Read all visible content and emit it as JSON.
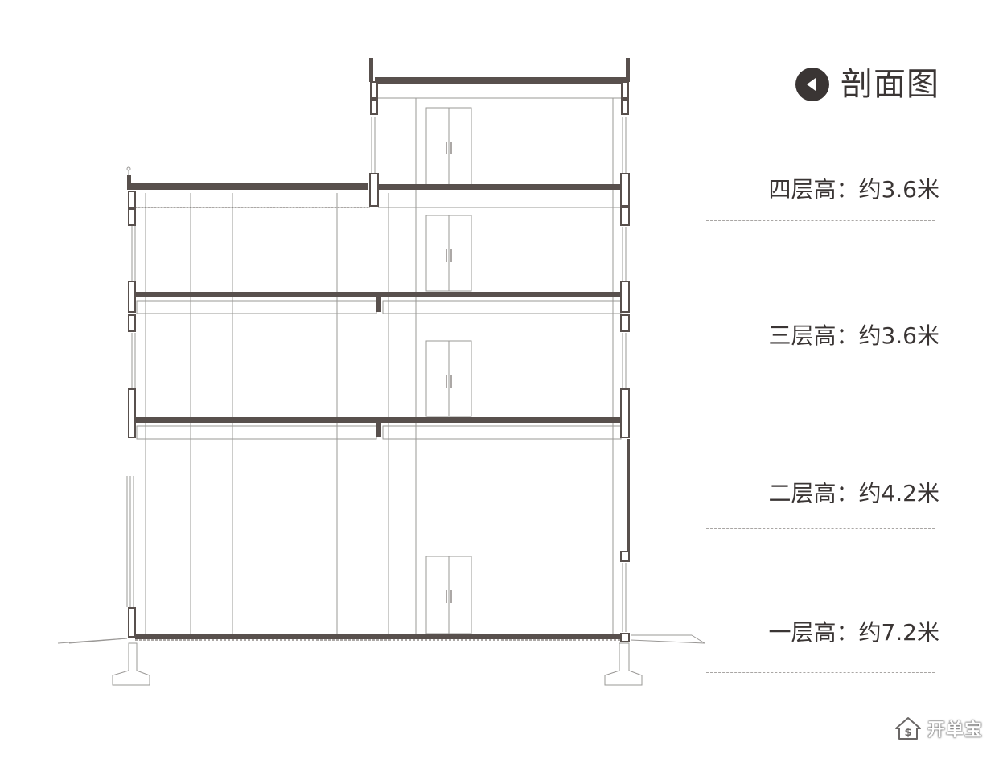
{
  "title": {
    "text": "剖面图",
    "icon": "left-arrow-circle-icon"
  },
  "floors": [
    {
      "label": "四层高：约3.6米"
    },
    {
      "label": "三层高：约3.6米"
    },
    {
      "label": "二层高：约4.2米"
    },
    {
      "label": "一层高：约7.2米"
    }
  ],
  "watermark": {
    "text": "开单宝",
    "icon": "house-dollar-icon"
  },
  "colors": {
    "ink": "#3a3534",
    "line": "#9a9896",
    "slab": "#58504d",
    "dash": "#a9a6a4"
  }
}
